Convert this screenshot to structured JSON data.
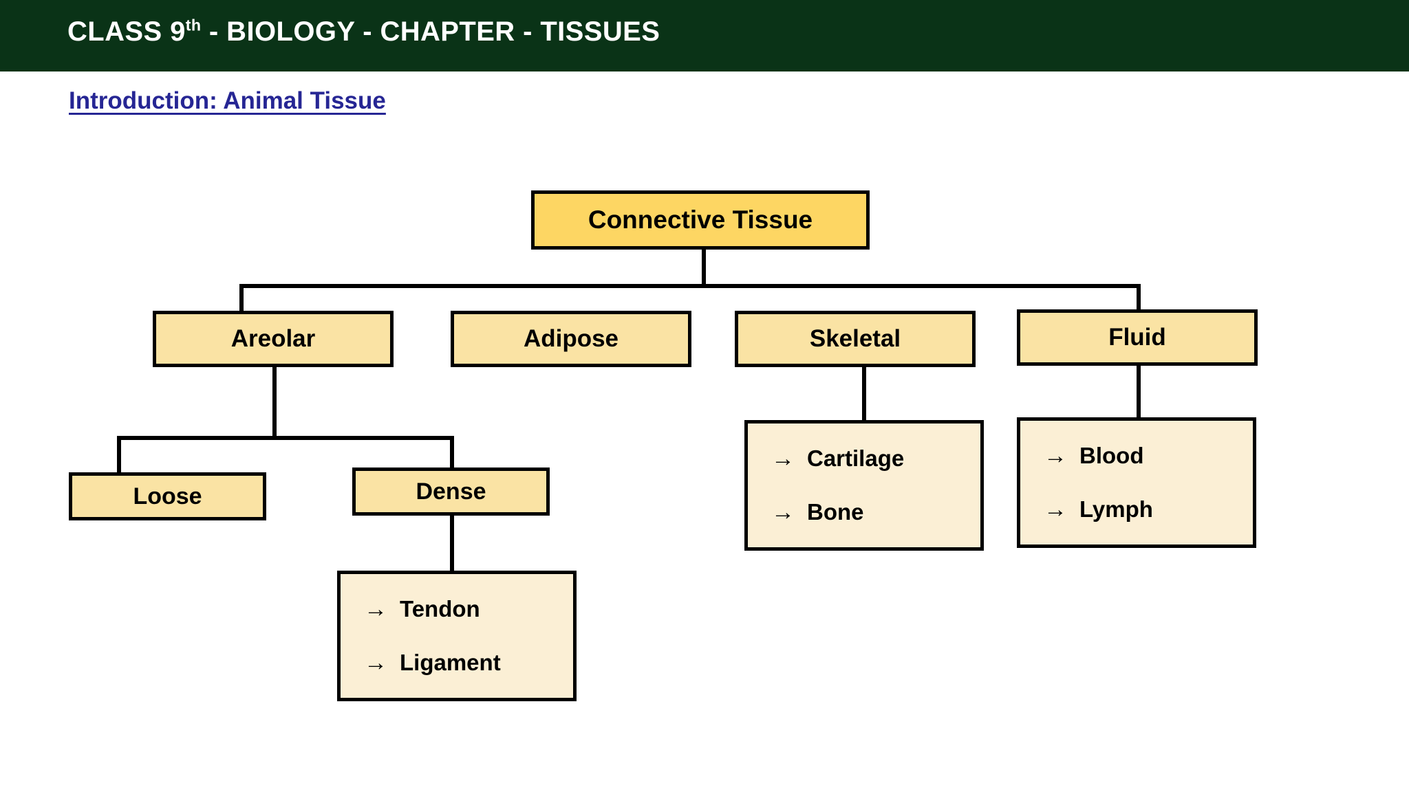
{
  "header": {
    "title_prefix": "CLASS 9",
    "title_sup": "th",
    "title_rest": " - BIOLOGY - CHAPTER - TISSUES",
    "background_color": "#0A3317",
    "text_color": "#FFFFFF"
  },
  "subtitle": {
    "text": "Introduction: Animal Tissue",
    "color": "#262694"
  },
  "colors": {
    "root_fill": "#FDD663",
    "branch_fill": "#FAE3A4",
    "leaf_fill": "#FBEFD5",
    "border": "#000000"
  },
  "diagram": {
    "type": "hierarchy-tree",
    "root": {
      "label": "Connective Tissue"
    },
    "branches": [
      {
        "label": "Areolar"
      },
      {
        "label": "Adipose"
      },
      {
        "label": "Skeletal"
      },
      {
        "label": "Fluid"
      }
    ],
    "areolar_children": [
      {
        "label": "Loose"
      },
      {
        "label": "Dense"
      }
    ],
    "leaf_groups": {
      "dense_items": [
        {
          "arrow": "arrow-right-icon",
          "glyph": "→",
          "label": "Tendon"
        },
        {
          "arrow": "arrow-right-icon",
          "glyph": "→",
          "label": "Ligament"
        }
      ],
      "skeletal_items": [
        {
          "arrow": "arrow-right-icon",
          "glyph": "→",
          "label": "Cartilage"
        },
        {
          "arrow": "arrow-right-icon",
          "glyph": "→",
          "label": "Bone"
        }
      ],
      "fluid_items": [
        {
          "arrow": "arrow-right-icon",
          "glyph": "→",
          "label": "Blood"
        },
        {
          "arrow": "arrow-right-icon",
          "glyph": "→",
          "label": "Lymph"
        }
      ]
    }
  }
}
